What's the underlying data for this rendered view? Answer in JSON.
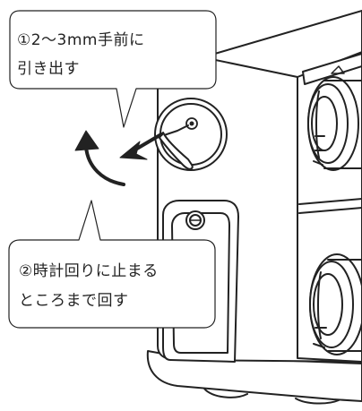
{
  "callouts": [
    {
      "step": 1,
      "lines": [
        "①2～3mm手前に",
        "引き出す"
      ]
    },
    {
      "step": 2,
      "lines": [
        "②時計回りに止まる",
        "ところまで回す"
      ]
    }
  ],
  "colors": {
    "line": "#222222",
    "body_fill": "#ffffff",
    "background": "#ffffff"
  }
}
